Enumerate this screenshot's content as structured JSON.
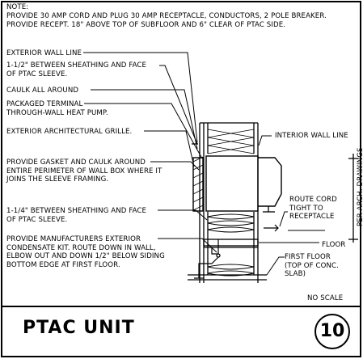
{
  "note": {
    "heading": "NOTE:",
    "body": "PROVIDE 30 AMP CORD AND PLUG 30 AMP RECEPTACLE, CONDUCTORS, 2 POLE BREAKER. PROVIDE RECEPT. 18\" ABOVE TOP OF SUBFLOOR AND 6\" CLEAR OF PTAC SIDE."
  },
  "labels": {
    "exterior_wall_line": "EXTERIOR WALL LINE",
    "sheathing_1_half": "1-1/2\" BETWEEN SHEATHING AND FACE\nOF PTAC SLEEVE.",
    "caulk": "CAULK ALL AROUND",
    "ptac": "PACKAGED TERMINAL\nTHROUGH-WALL HEAT PUMP.",
    "grille": "EXTERIOR ARCHITECTURAL GRILLE.",
    "gasket": "PROVIDE GASKET AND CAULK AROUND\nENTIRE PERIMETER OF WALL BOX WHERE IT\nJOINS THE SLEEVE FRAMING.",
    "sheathing_1_quarter": "1-1/4\" BETWEEN SHEATHING AND FACE\nOF PTAC SLEEVE.",
    "condensate": "PROVIDE MANUFACTURERS EXTERIOR\nCONDENSATE KIT. ROUTE DOWN IN WALL,\nELBOW OUT AND DOWN 1/2\" BELOW SIDING\nBOTTOM EDGE AT FIRST FLOOR.",
    "interior_wall_line": "INTERIOR WALL LINE",
    "route_cord": "ROUTE CORD\nTIGHT TO\nRECEPTACLE",
    "floor": "FLOOR",
    "first_floor": "FIRST FLOOR\n(TOP OF CONC.\nSLAB)",
    "arch_drawings": "PER ARCH. DRAWINGS",
    "no_scale": "NO SCALE"
  },
  "title_block": {
    "title": "PTAC UNIT",
    "detail_number": "10"
  }
}
